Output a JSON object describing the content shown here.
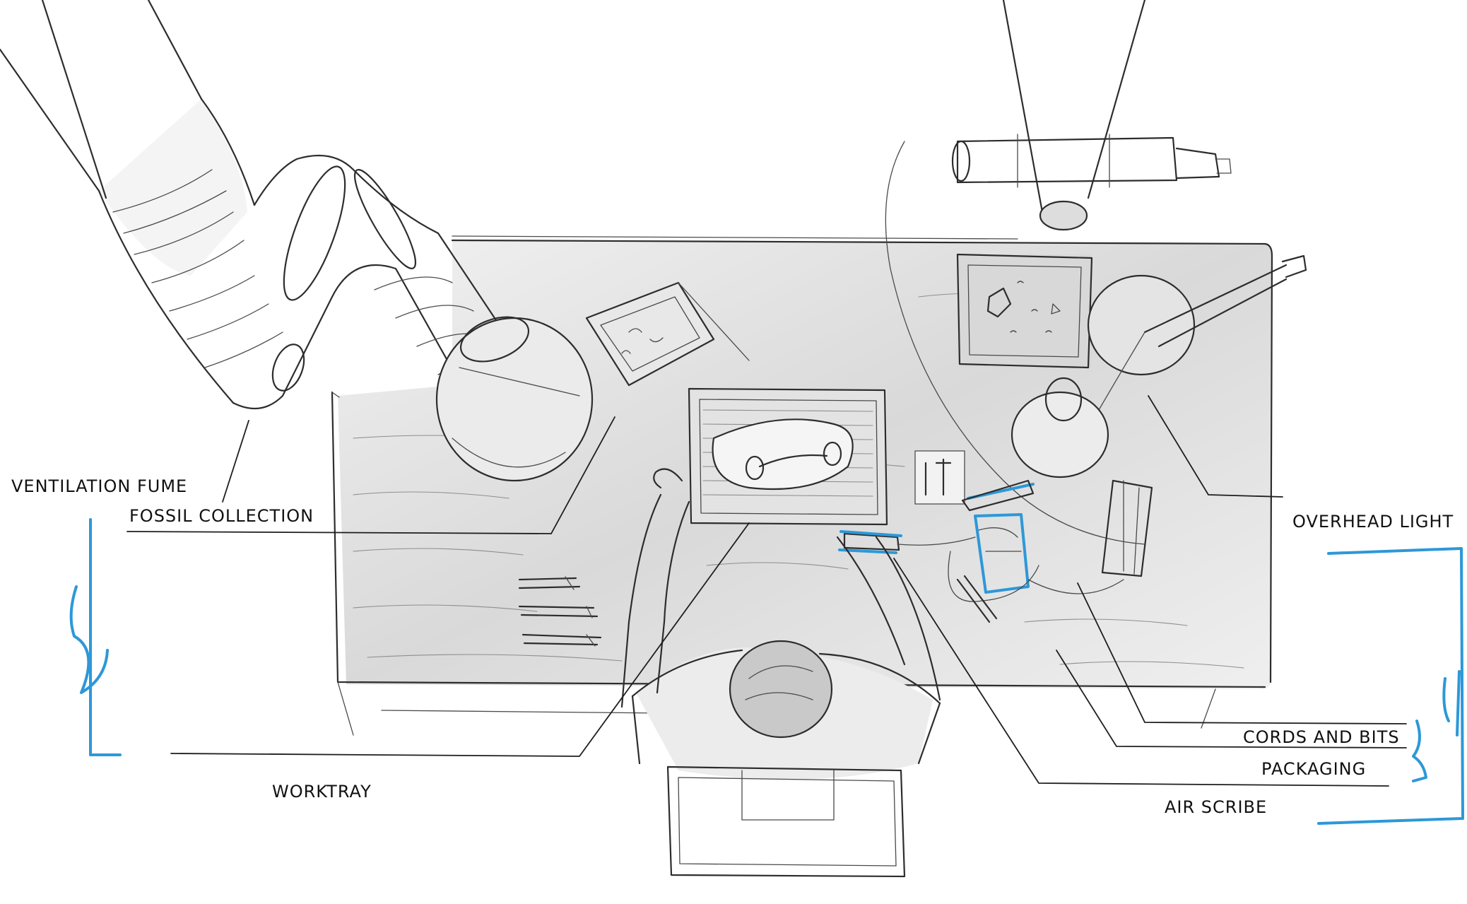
{
  "labels": {
    "ventilation_fume": "VENTILATION FUME",
    "fossil_collection": "FOSSIL COLLECTION",
    "overhead_light": "OVERHEAD LIGHT",
    "worktray": "WORKTRAY",
    "cords_and_bits": "CORDS AND BITS",
    "packaging": "PACKAGING",
    "air_scribe": "AIR SCRIBE"
  },
  "colors": {
    "pencil": "#2d2d2d",
    "accent_blue": "#2c98d8",
    "desk_shade": "#dcdcdc",
    "background": "#ffffff"
  }
}
